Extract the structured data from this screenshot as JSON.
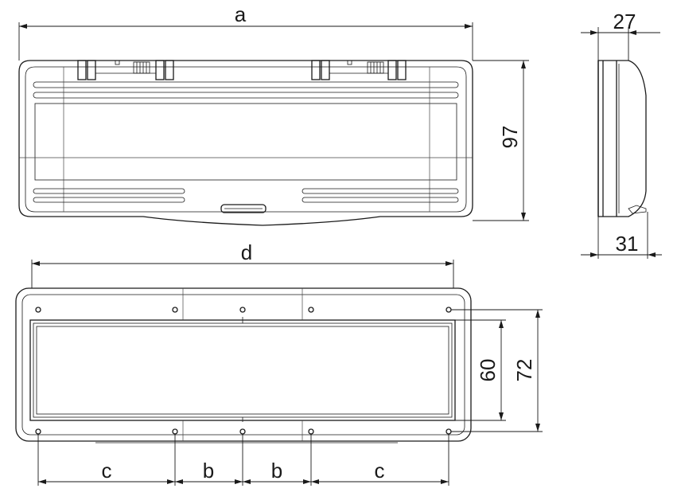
{
  "dimensions": {
    "a": "a",
    "h97": "97",
    "d27": "27",
    "d31": "31",
    "d": "d",
    "h60": "60",
    "h72": "72",
    "c1": "c",
    "b1": "b",
    "b2": "b",
    "c2": "c"
  }
}
